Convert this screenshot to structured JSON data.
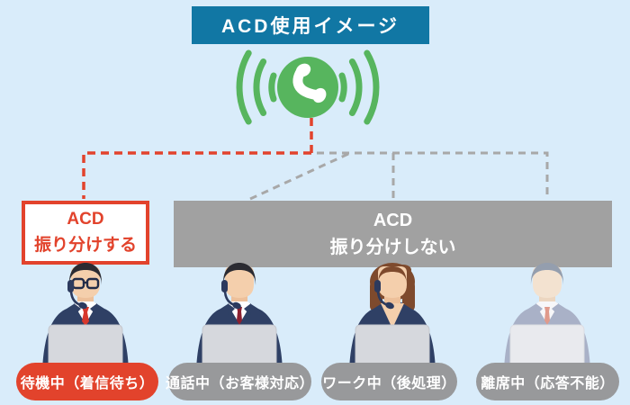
{
  "colors": {
    "bg": "#d9ecfa",
    "header": "#1177a4",
    "accent-red": "#e2432c",
    "green": "#57b55e",
    "box-gray": "#a1a1a1",
    "badge-gray": "#98999b",
    "dash-gray": "#a8a8a8"
  },
  "header": {
    "title": "ACD使用イメージ"
  },
  "phone": {
    "icon": "ringing-phone-icon"
  },
  "routing": {
    "distribute": {
      "line1": "ACD",
      "line2": "振り分けする"
    },
    "no_distribute": {
      "line1": "ACD",
      "line2": "振り分けしない"
    }
  },
  "agents": [
    {
      "status": "待機中（着信待ち）",
      "highlighted": true
    },
    {
      "status": "通話中（お客様対応）",
      "highlighted": false
    },
    {
      "status": "ワーク中（後処理）",
      "highlighted": false
    },
    {
      "status": "離席中（応答不能）",
      "highlighted": false
    }
  ]
}
